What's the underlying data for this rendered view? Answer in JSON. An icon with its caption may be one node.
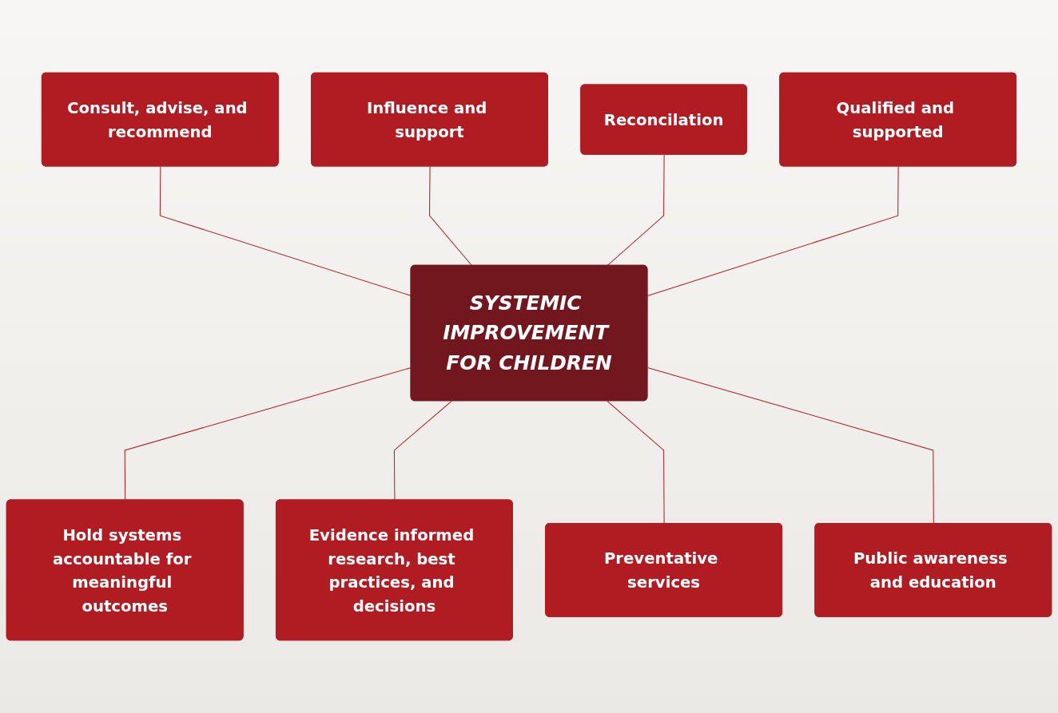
{
  "diagram": {
    "nodes": [
      {
        "text": [
          "Consult, advise, and recommend"
        ]
      },
      {
        "text": [
          "Influence and support"
        ]
      },
      {
        "text": [
          "Reconcilation"
        ]
      },
      {
        "text": [
          "Qualified and supported"
        ]
      },
      {
        "text": [
          "SYSTEMIC IMPROVEMENT FOR CHILDREN"
        ]
      },
      {
        "text": [
          "Hold systems accountable for meaningful outcomes"
        ]
      },
      {
        "text": [
          "Evidence informed research, best practices, and decisions"
        ]
      },
      {
        "text": [
          "Preventative services"
        ]
      },
      {
        "text": [
          "Public awareness and education"
        ]
      }
    ],
    "edges": [
      {
        "from": 0,
        "to": 4,
        "arrow": "none"
      },
      {
        "from": 1,
        "to": 4,
        "arrow": "none"
      },
      {
        "from": 2,
        "to": 4,
        "arrow": "none"
      },
      {
        "from": 3,
        "to": 4,
        "arrow": "none"
      },
      {
        "from": 4,
        "to": 5,
        "arrow": "none"
      },
      {
        "from": 4,
        "to": 6,
        "arrow": "none"
      },
      {
        "from": 4,
        "to": 7,
        "arrow": "none"
      },
      {
        "from": 4,
        "to": 8,
        "arrow": "none"
      }
    ]
  }
}
